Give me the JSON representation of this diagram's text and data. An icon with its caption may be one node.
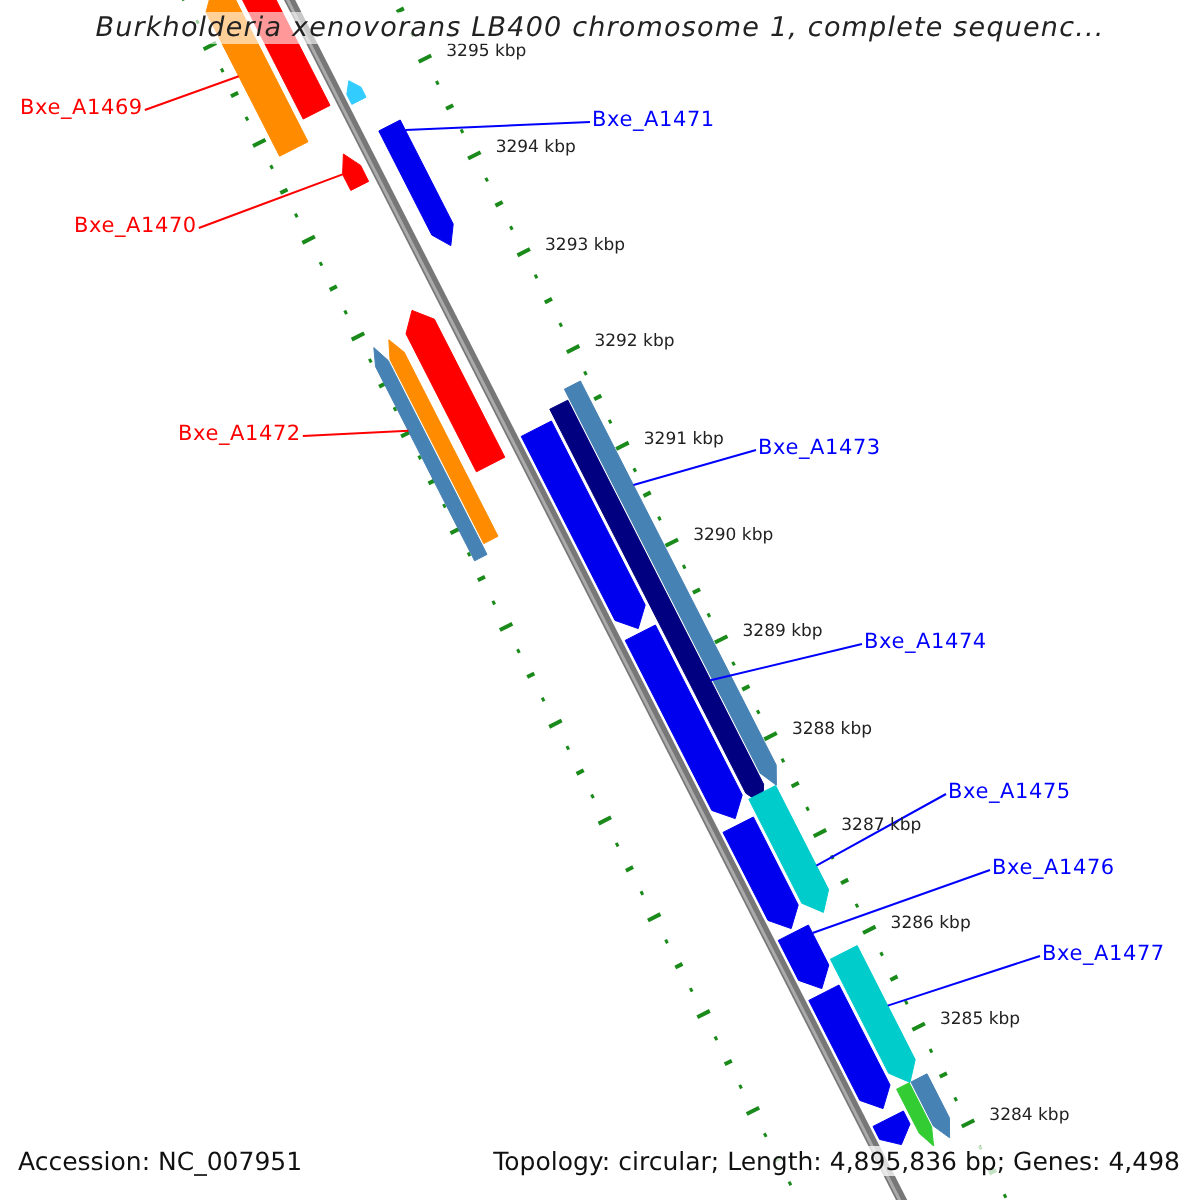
{
  "diagram": {
    "title": "Burkholderia xenovorans LB400 chromosome 1, complete sequenc...",
    "nodes": [
      {
        "text": [
          "Bxe_A1469"
        ]
      },
      {
        "text": [
          "Bxe_A1471"
        ]
      },
      {
        "text": [
          "Bxe_A1470"
        ]
      },
      {
        "text": [
          "Bxe_A1472"
        ]
      },
      {
        "text": [
          "Bxe_A1473"
        ]
      },
      {
        "text": [
          "Bxe_A1474"
        ]
      },
      {
        "text": [
          "Bxe_A1475"
        ]
      },
      {
        "text": [
          "Bxe_A1476"
        ]
      },
      {
        "text": [
          "Bxe_A1477"
        ]
      },
      {
        "text": [],
        "shape": "bar"
      },
      {
        "text": [],
        "shape": "bar"
      },
      {
        "text": [],
        "shape": "bar"
      },
      {
        "text": [],
        "shape": "bar"
      },
      {
        "text": [],
        "shape": "bar"
      },
      {
        "text": [],
        "shape": "bar"
      },
      {
        "text": [],
        "shape": "bar"
      },
      {
        "text": [],
        "shape": "bar"
      },
      {
        "text": [],
        "shape": "bar"
      },
      {
        "text": [],
        "shape": "bar"
      },
      {
        "text": [],
        "shape": "bar"
      },
      {
        "text": [],
        "shape": "bar"
      },
      {
        "text": [],
        "shape": "bar"
      },
      {
        "text": [],
        "shape": "bar"
      },
      {
        "text": [],
        "shape": "bar"
      },
      {
        "text": [],
        "shape": "bar"
      },
      {
        "text": [],
        "shape": "bar"
      },
      {
        "text": [],
        "shape": "bar"
      },
      {
        "text": [],
        "shape": "bar"
      },
      {
        "text": [],
        "shape": "bar"
      }
    ],
    "edges": [
      {
        "from": 0,
        "to": 9,
        "arrow": "none",
        "color": "#ff0000"
      },
      {
        "from": 1,
        "to": 12,
        "arrow": "none"
      },
      {
        "from": 2,
        "to": 13,
        "arrow": "none",
        "color": "#ff0000"
      },
      {
        "from": 3,
        "to": 16,
        "arrow": "none",
        "color": "#ff0000"
      },
      {
        "from": 4,
        "to": 17,
        "arrow": "none"
      },
      {
        "from": 5,
        "to": 18,
        "arrow": "none"
      },
      {
        "from": 6,
        "to": 21,
        "arrow": "none"
      },
      {
        "from": 7,
        "to": 23,
        "arrow": "none"
      },
      {
        "from": 8,
        "to": 24,
        "arrow": "none"
      }
    ],
    "labels": [
      "3295 kbp",
      "3294 kbp",
      "3293 kbp",
      "3292 kbp",
      "3291 kbp",
      "3290 kbp",
      "3289 kbp",
      "3288 kbp",
      "3287 kbp",
      "3286 kbp",
      "3285 kbp",
      "3284 kbp",
      "Accession: NC_007951",
      "Topology: circular; Length: 4,895,836 bp; Genes: 4,498"
    ]
  }
}
